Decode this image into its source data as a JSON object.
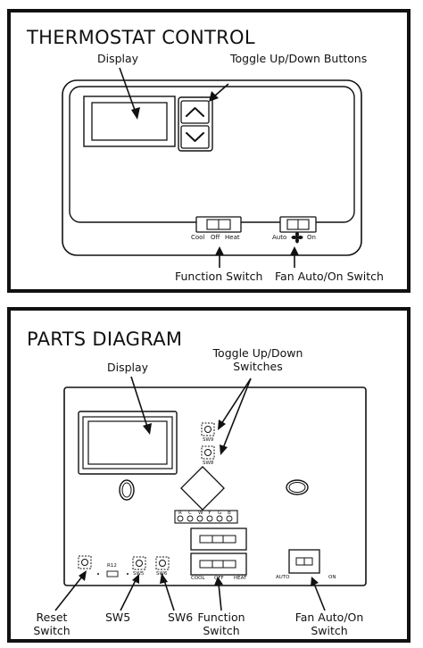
{
  "thermostat_control": {
    "title": "THERMOSTAT CONTROL",
    "labels": {
      "display": "Display",
      "toggle_buttons": "Toggle Up/Down Buttons",
      "function_switch": "Function Switch",
      "fan_switch": "Fan Auto/On Switch"
    },
    "function_positions": [
      "Cool",
      "Off",
      "Heat"
    ],
    "fan_positions": [
      "Auto",
      "On"
    ]
  },
  "parts_diagram": {
    "title": "PARTS DIAGRAM",
    "labels": {
      "toggle_line1": "Toggle Up/Down",
      "toggle_line2": "Switches",
      "display": "Display",
      "reset_line1": "Reset",
      "reset_line2": "Switch",
      "sw5": "SW5",
      "sw6": "SW6",
      "function_line1": "Function",
      "function_line2": "Switch",
      "fan_line1": "Fan Auto/On",
      "fan_line2": "Switch"
    },
    "board_text": {
      "sw9": "SW9",
      "sw8": "SW8",
      "sw5": "SW5",
      "sw6": "SW6",
      "r12": "R12",
      "terminals": [
        "R",
        "C",
        "W",
        "Y",
        "G",
        "B"
      ],
      "function_positions": [
        "COOL",
        "OFF",
        "HEAT"
      ],
      "fan_positions": [
        "AUTO",
        "ON"
      ]
    }
  }
}
